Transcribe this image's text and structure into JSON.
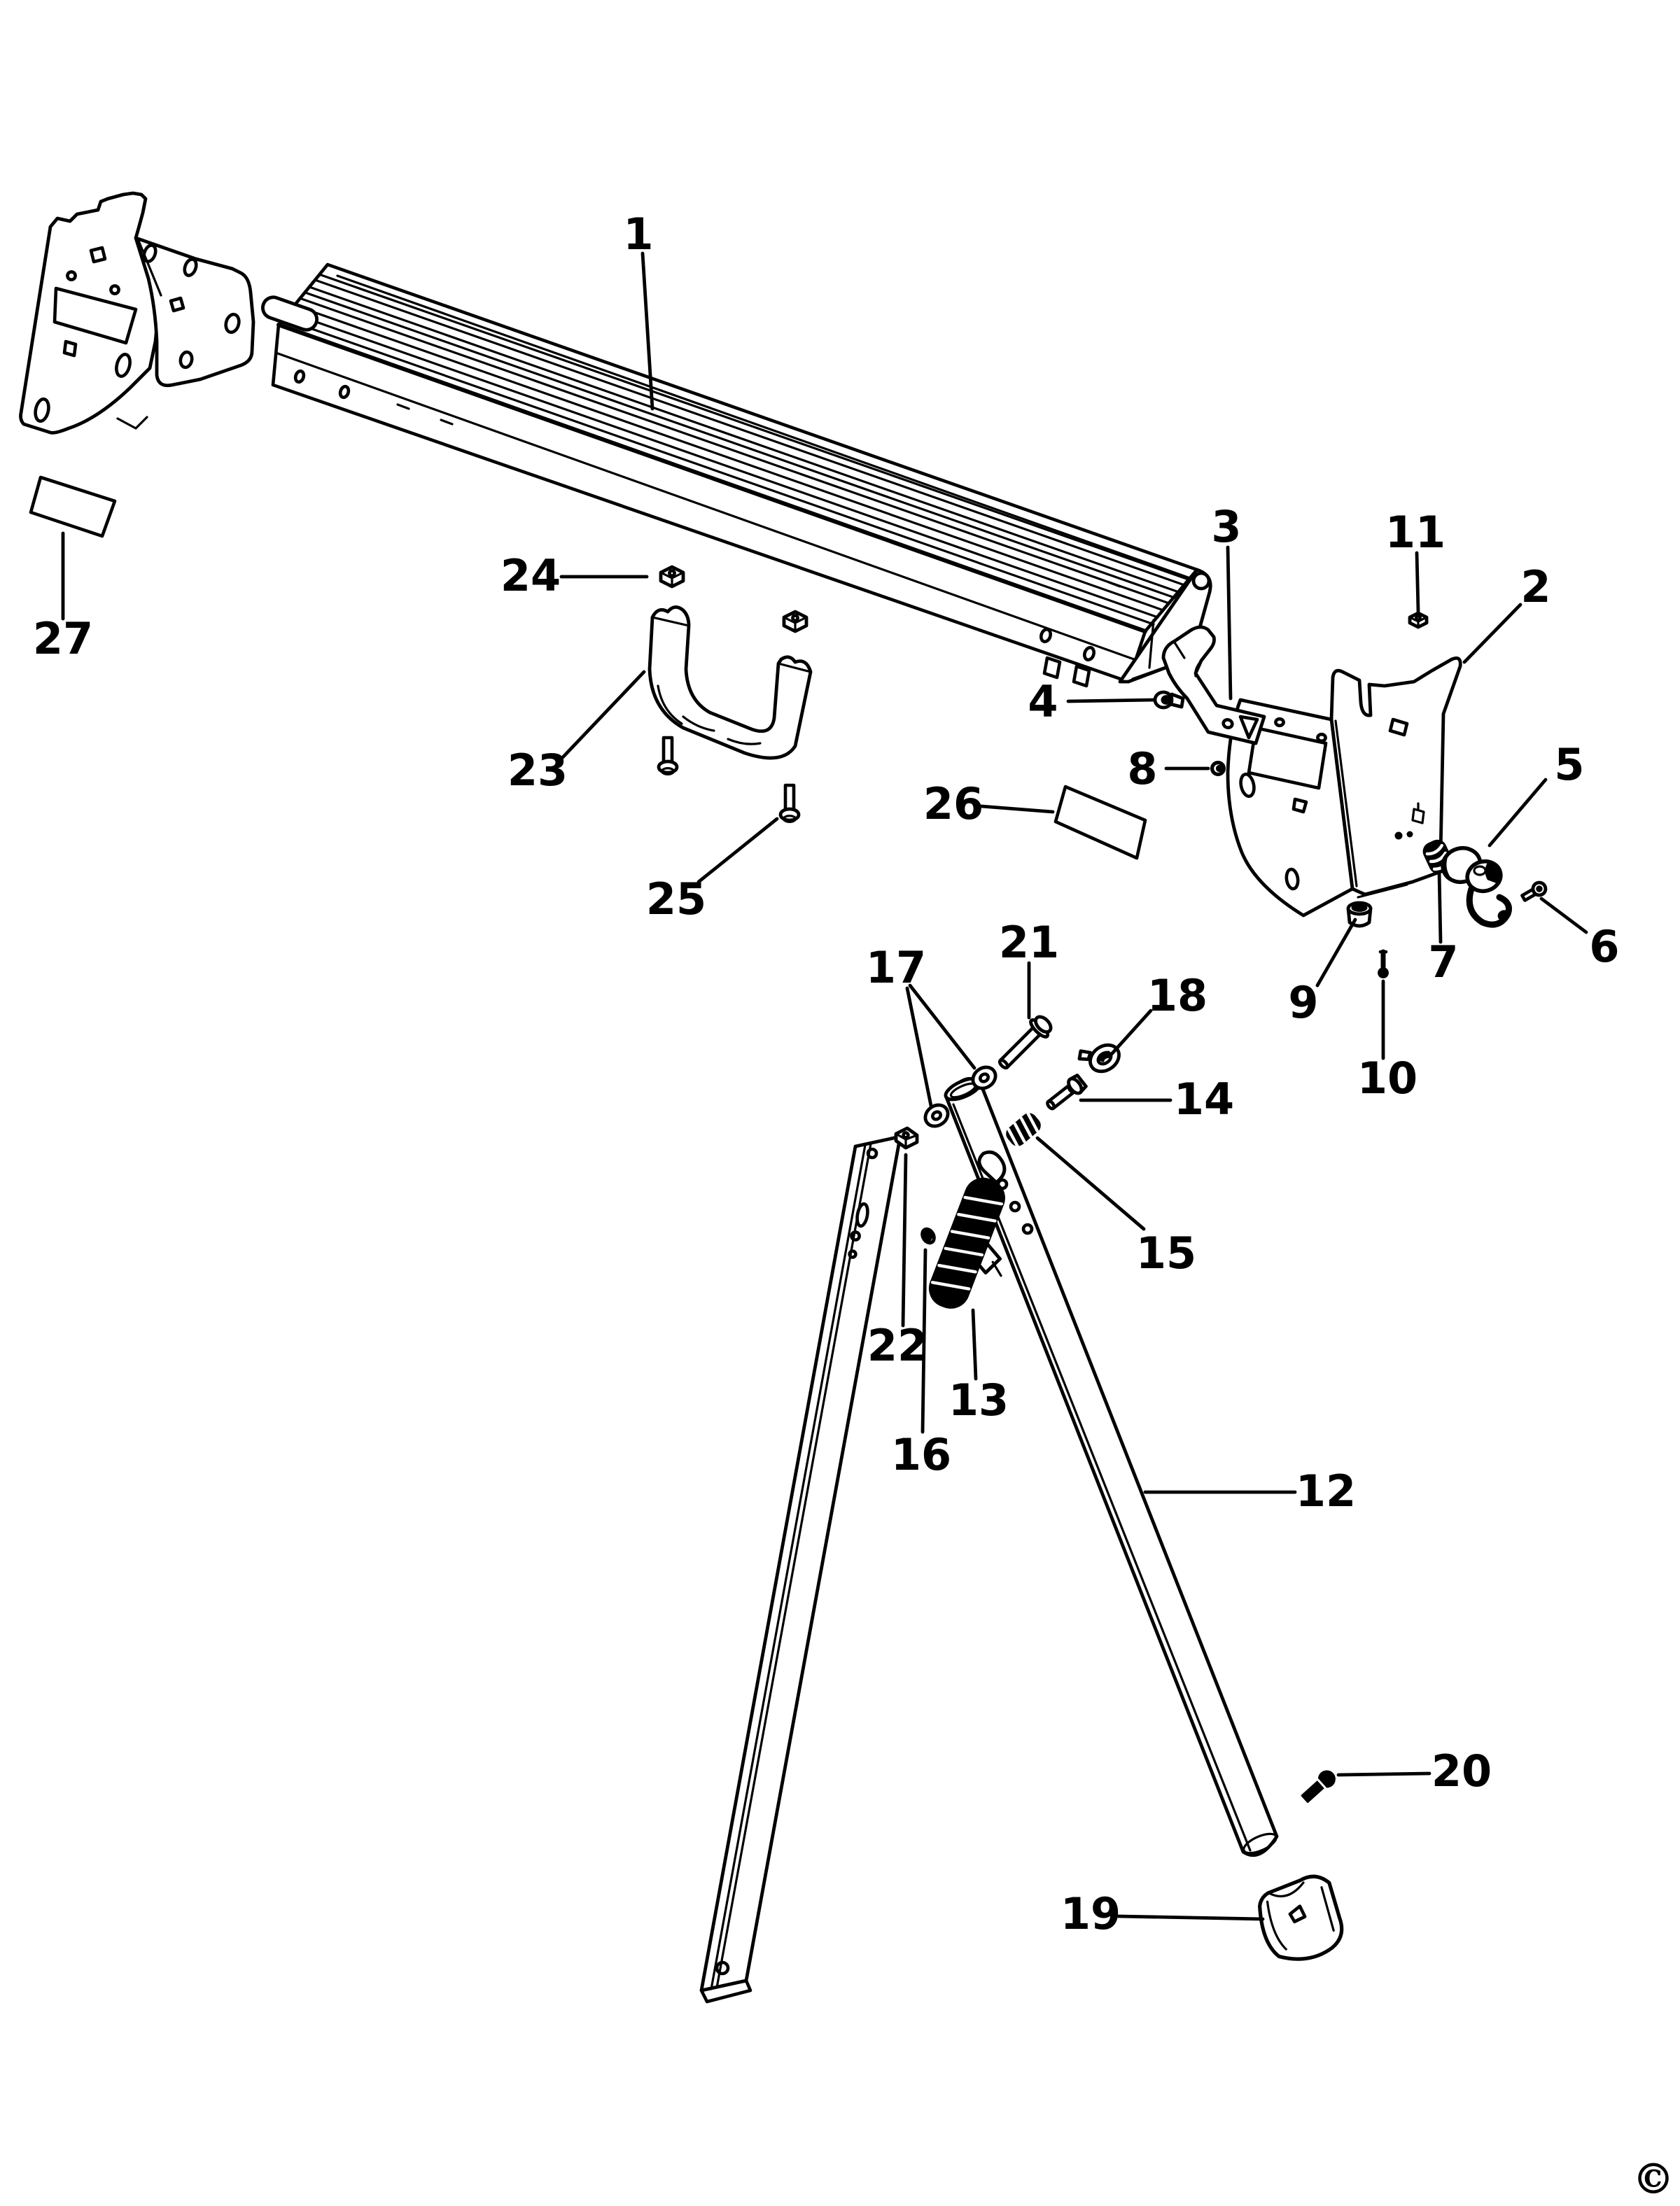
{
  "figure": {
    "type": "exploded-parts-diagram",
    "background_color": "#ffffff",
    "line_color": "#000000",
    "copyright_symbol": "©"
  },
  "callouts": {
    "c1": {
      "label": "1"
    },
    "c2": {
      "label": "2"
    },
    "c3": {
      "label": "3"
    },
    "c4": {
      "label": "4"
    },
    "c5": {
      "label": "5"
    },
    "c6": {
      "label": "6"
    },
    "c7": {
      "label": "7"
    },
    "c8": {
      "label": "8"
    },
    "c9": {
      "label": "9"
    },
    "c10": {
      "label": "10"
    },
    "c11": {
      "label": "11"
    },
    "c12": {
      "label": "12"
    },
    "c13": {
      "label": "13"
    },
    "c14": {
      "label": "14"
    },
    "c15": {
      "label": "15"
    },
    "c16": {
      "label": "16"
    },
    "c17": {
      "label": "17"
    },
    "c18": {
      "label": "18"
    },
    "c19": {
      "label": "19"
    },
    "c20": {
      "label": "20"
    },
    "c21": {
      "label": "21"
    },
    "c22": {
      "label": "22"
    },
    "c23": {
      "label": "23"
    },
    "c24": {
      "label": "24"
    },
    "c25": {
      "label": "25"
    },
    "c26": {
      "label": "26"
    },
    "c27": {
      "label": "27"
    }
  }
}
